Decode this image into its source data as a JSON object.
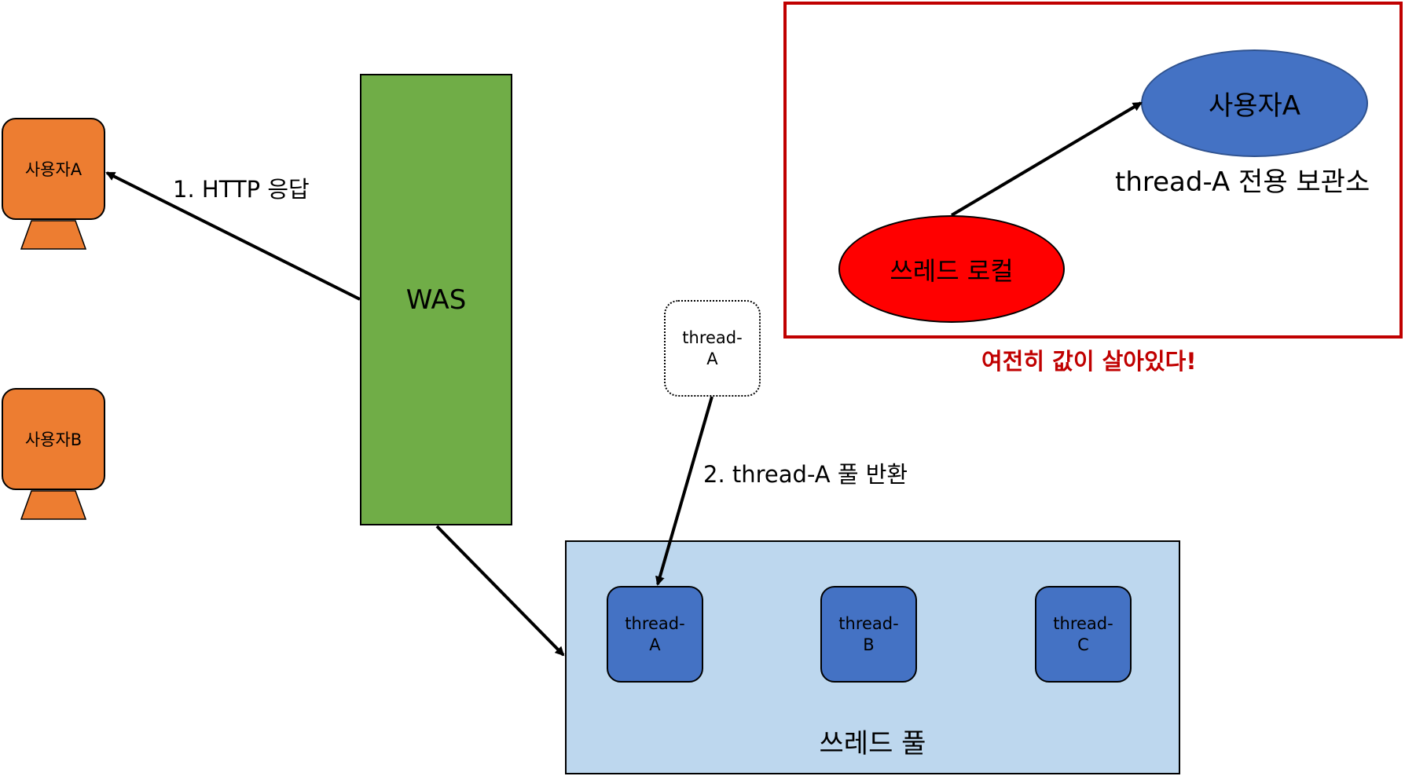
{
  "users": [
    {
      "label": "사용자A"
    },
    {
      "label": "사용자B"
    }
  ],
  "was": {
    "label": "WAS"
  },
  "thread_pool": {
    "label": "쓰레드 풀",
    "threads": [
      {
        "line1": "thread-",
        "line2": "A"
      },
      {
        "line1": "thread-",
        "line2": "B"
      },
      {
        "line1": "thread-",
        "line2": "C"
      }
    ]
  },
  "floating_thread": {
    "line1": "thread-",
    "line2": "A"
  },
  "edges": {
    "http_response": "1. HTTP 응답",
    "pool_return": "2. thread-A 풀 반환"
  },
  "thread_local": {
    "label": "쓰레드 로컬",
    "storage_value": "사용자A",
    "storage_label": "thread-A 전용 보관소"
  },
  "alert_text": "여전히 값이 살아있다!",
  "colors": {
    "user": "#ed7d31",
    "was": "#70ad47",
    "pool": "#bdd7ee",
    "thread": "#4472c4",
    "thread_local": "#ff0000",
    "frame": "#c00000"
  }
}
